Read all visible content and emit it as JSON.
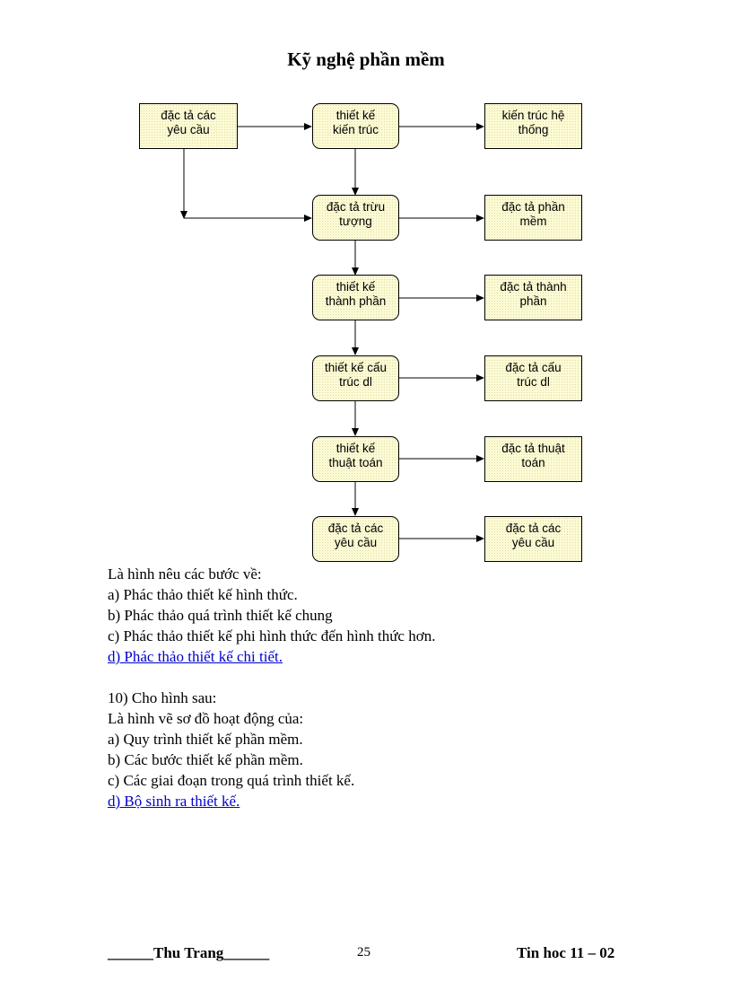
{
  "title": "Kỹ nghệ phần mềm",
  "diagram": {
    "boxes": [
      {
        "id": "spec-req-top",
        "lines": [
          "đặc tả các",
          "yêu cầu"
        ],
        "shape": "rect"
      },
      {
        "id": "arch-design",
        "lines": [
          "thiết  kế",
          "kiến trúc"
        ],
        "shape": "round"
      },
      {
        "id": "sys-arch",
        "lines": [
          "kiến trúc hệ",
          "thống"
        ],
        "shape": "rect"
      },
      {
        "id": "abstract-spec",
        "lines": [
          "đặc tả trừu",
          "tượng"
        ],
        "shape": "round"
      },
      {
        "id": "software-spec",
        "lines": [
          "đặc tả phần",
          "mềm"
        ],
        "shape": "rect"
      },
      {
        "id": "component-design",
        "lines": [
          "thiết  kế",
          "thành phần"
        ],
        "shape": "round"
      },
      {
        "id": "component-spec",
        "lines": [
          "đặc tả thành",
          "phần"
        ],
        "shape": "rect"
      },
      {
        "id": "data-structure-design",
        "lines": [
          "thiết  kế cấu",
          "trúc  dl"
        ],
        "shape": "round"
      },
      {
        "id": "data-structure-spec",
        "lines": [
          "đặc tả cấu",
          "trúc  dl"
        ],
        "shape": "rect"
      },
      {
        "id": "algorithm-design",
        "lines": [
          "thiết  kế",
          "thuật toán"
        ],
        "shape": "round"
      },
      {
        "id": "algorithm-spec",
        "lines": [
          "đặc tả thuật",
          "toán"
        ],
        "shape": "rect"
      },
      {
        "id": "req-spec-bottom",
        "lines": [
          "đặc tả các",
          "yêu cầu"
        ],
        "shape": "round"
      },
      {
        "id": "req-spec-right",
        "lines": [
          "đặc tả các",
          "yêu cầu"
        ],
        "shape": "rect"
      }
    ]
  },
  "question9": {
    "stem": "Là hình nêu các bước về:",
    "options": [
      "a) Phác thảo thiết  kế hình thức.",
      "b) Phác thảo quá trình thiết kế chung",
      "c) Phác thảo thiết  kế phi hình thức đến hình thức hơn."
    ],
    "answer": "d) Phác thảo thiết  kế chi tiết."
  },
  "question10": {
    "heading": "10)  Cho hình sau:",
    "stem": "Là hình vẽ sơ đồ hoạt động của:",
    "options": [
      "a) Quy trình thiết  kế phần mềm.",
      "b) Các bước thiết  kế phần mềm.",
      "c) Các giai   đoạn trong quá trình thiết  kế."
    ],
    "answer": "d) Bộ sinh ra thiết  kế."
  },
  "footer": {
    "author": "______Thu Trang______",
    "page_number": "25",
    "course": "Tin hoc 11 – 02"
  }
}
